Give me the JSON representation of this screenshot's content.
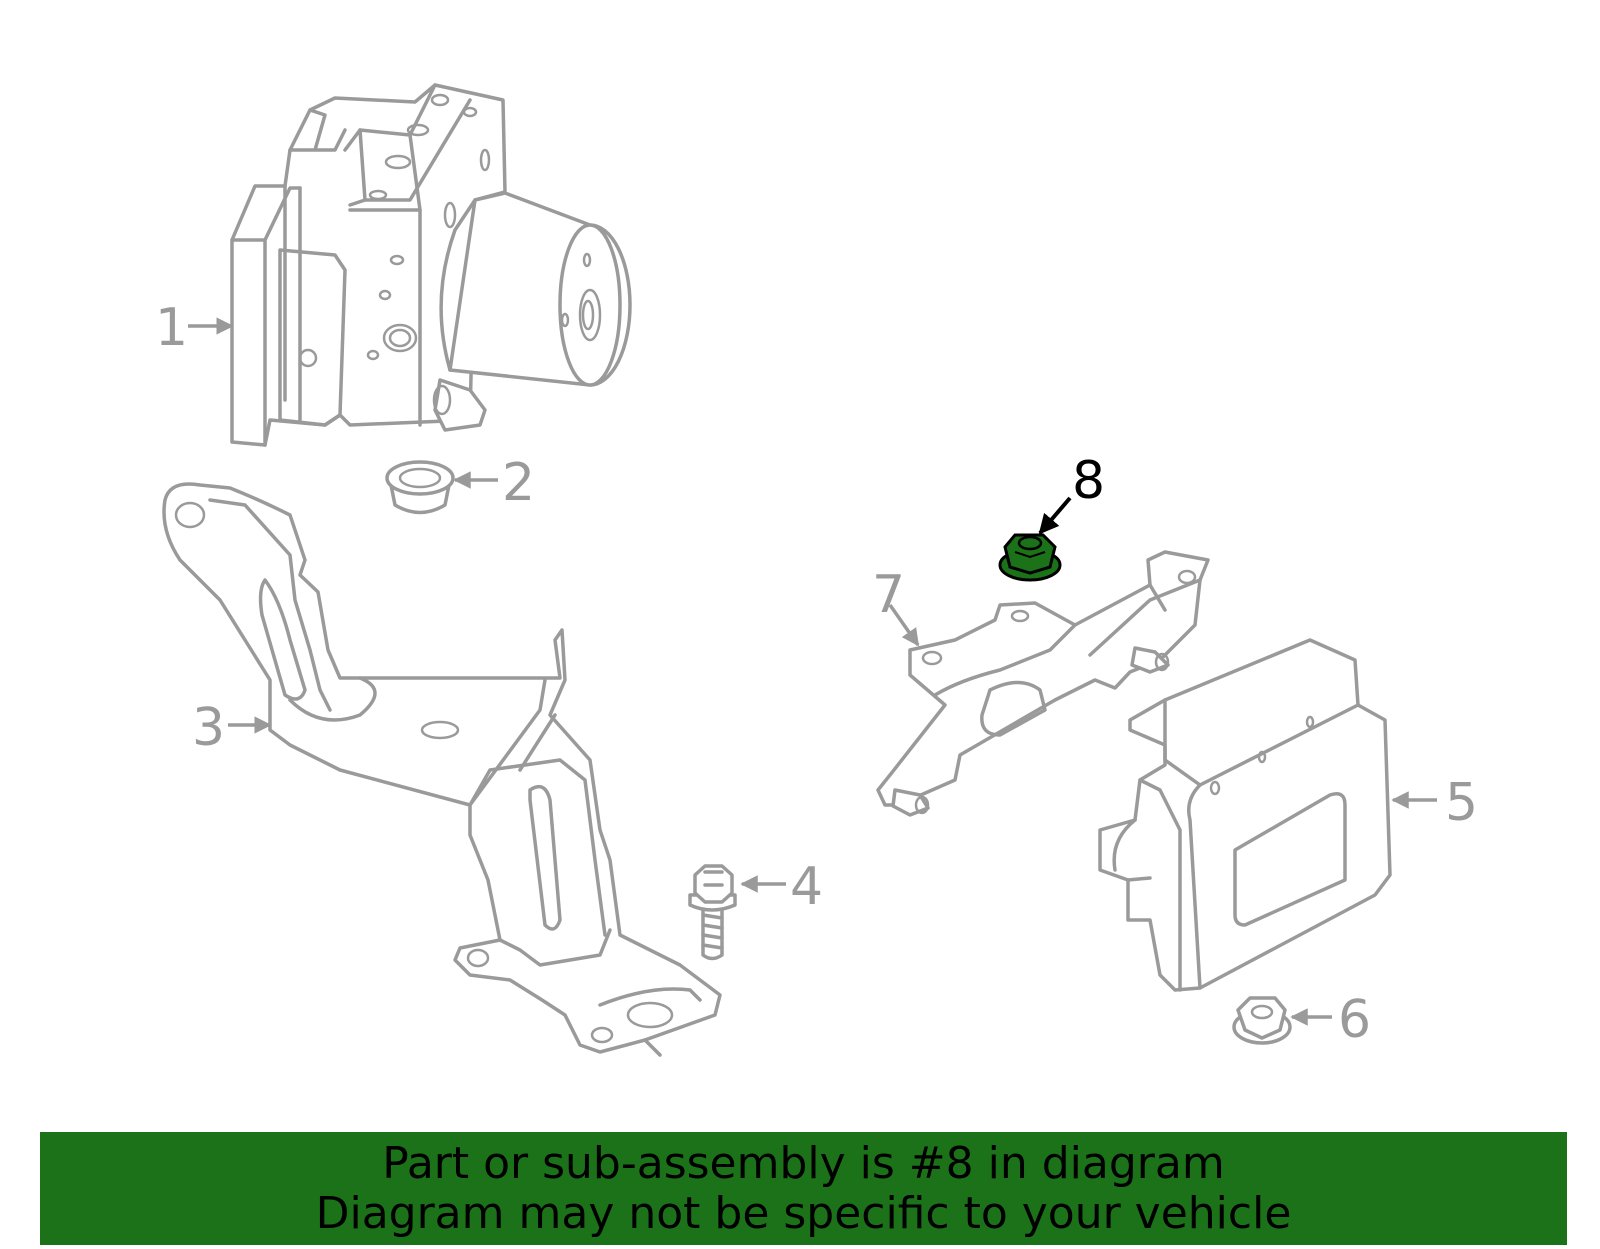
{
  "colors": {
    "part_stroke": "#9a9a9a",
    "highlight_fill": "#1c7218",
    "banner_background": "#1c7218",
    "text_highlight": "#000000"
  },
  "callouts": {
    "c1": "1",
    "c2": "2",
    "c3": "3",
    "c4": "4",
    "c5": "5",
    "c6": "6",
    "c7": "7",
    "c8": "8"
  },
  "highlighted_part": "8",
  "banner": {
    "line1": "Part or sub-assembly is #8 in diagram",
    "line2": "Diagram may not be specific to your vehicle"
  }
}
